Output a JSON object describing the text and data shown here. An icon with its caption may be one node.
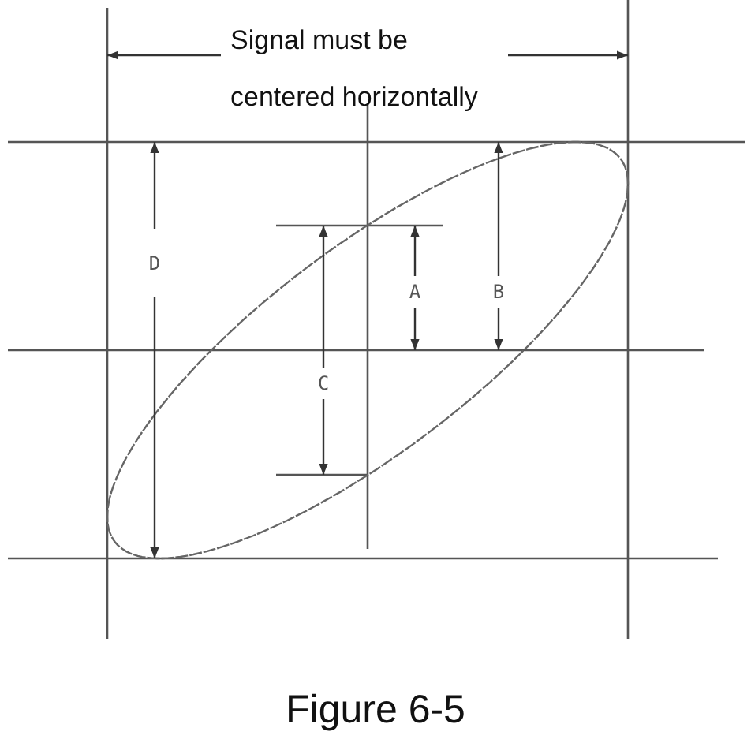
{
  "diagram": {
    "caption": "Figure 6-5",
    "labels": [
      "Signal must be centered horizontally",
      "D",
      "A",
      "B",
      "C"
    ]
  }
}
